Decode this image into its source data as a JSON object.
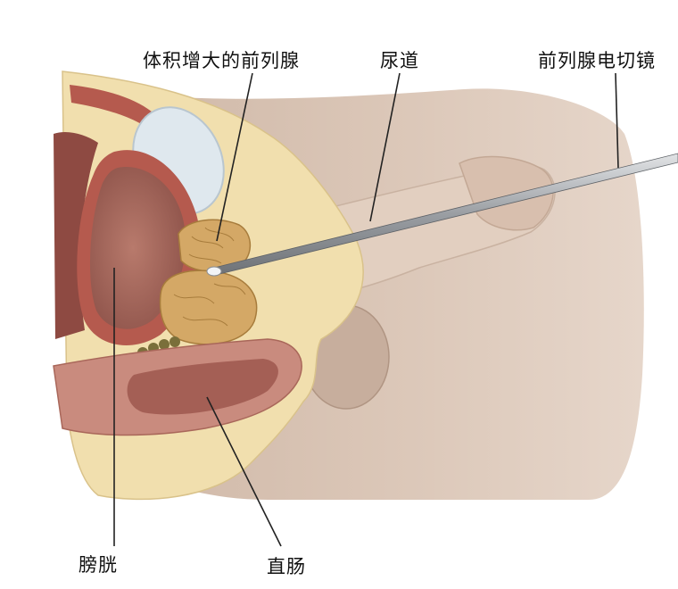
{
  "labels": {
    "enlarged_prostate": "体积增大的前列腺",
    "urethra": "尿道",
    "resectoscope": "前列腺电切镜",
    "bladder": "膀胱",
    "rectum": "直肠"
  },
  "colors": {
    "skin": "#d9c4b5",
    "skin_shadow": "#b89f8e",
    "fat": "#f1dfae",
    "muscle": "#b55a4e",
    "bladder_cavity": "#a7685d",
    "prostate": "#d4a866",
    "pubic_bone": "#dfe8ee",
    "instrument": "#9fa3a8",
    "leader_line": "#222222"
  }
}
